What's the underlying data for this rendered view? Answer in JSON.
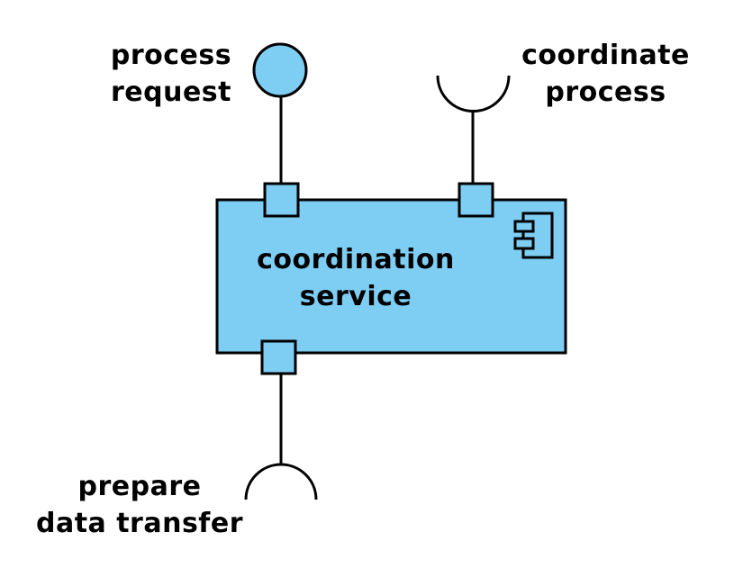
{
  "diagram": {
    "type": "UML component diagram",
    "colors": {
      "fill": "#7ecef4",
      "stroke": "#000000",
      "background": "#ffffff"
    },
    "component": {
      "name_line1": "coordination",
      "name_line2": "service",
      "icon": "component-icon"
    },
    "interfaces": [
      {
        "kind": "provided",
        "label_line1": "process",
        "label_line2": "request"
      },
      {
        "kind": "required",
        "label_line1": "coordinate",
        "label_line2": "process"
      },
      {
        "kind": "required",
        "label_line1": "prepare",
        "label_line2": "data transfer"
      }
    ]
  }
}
